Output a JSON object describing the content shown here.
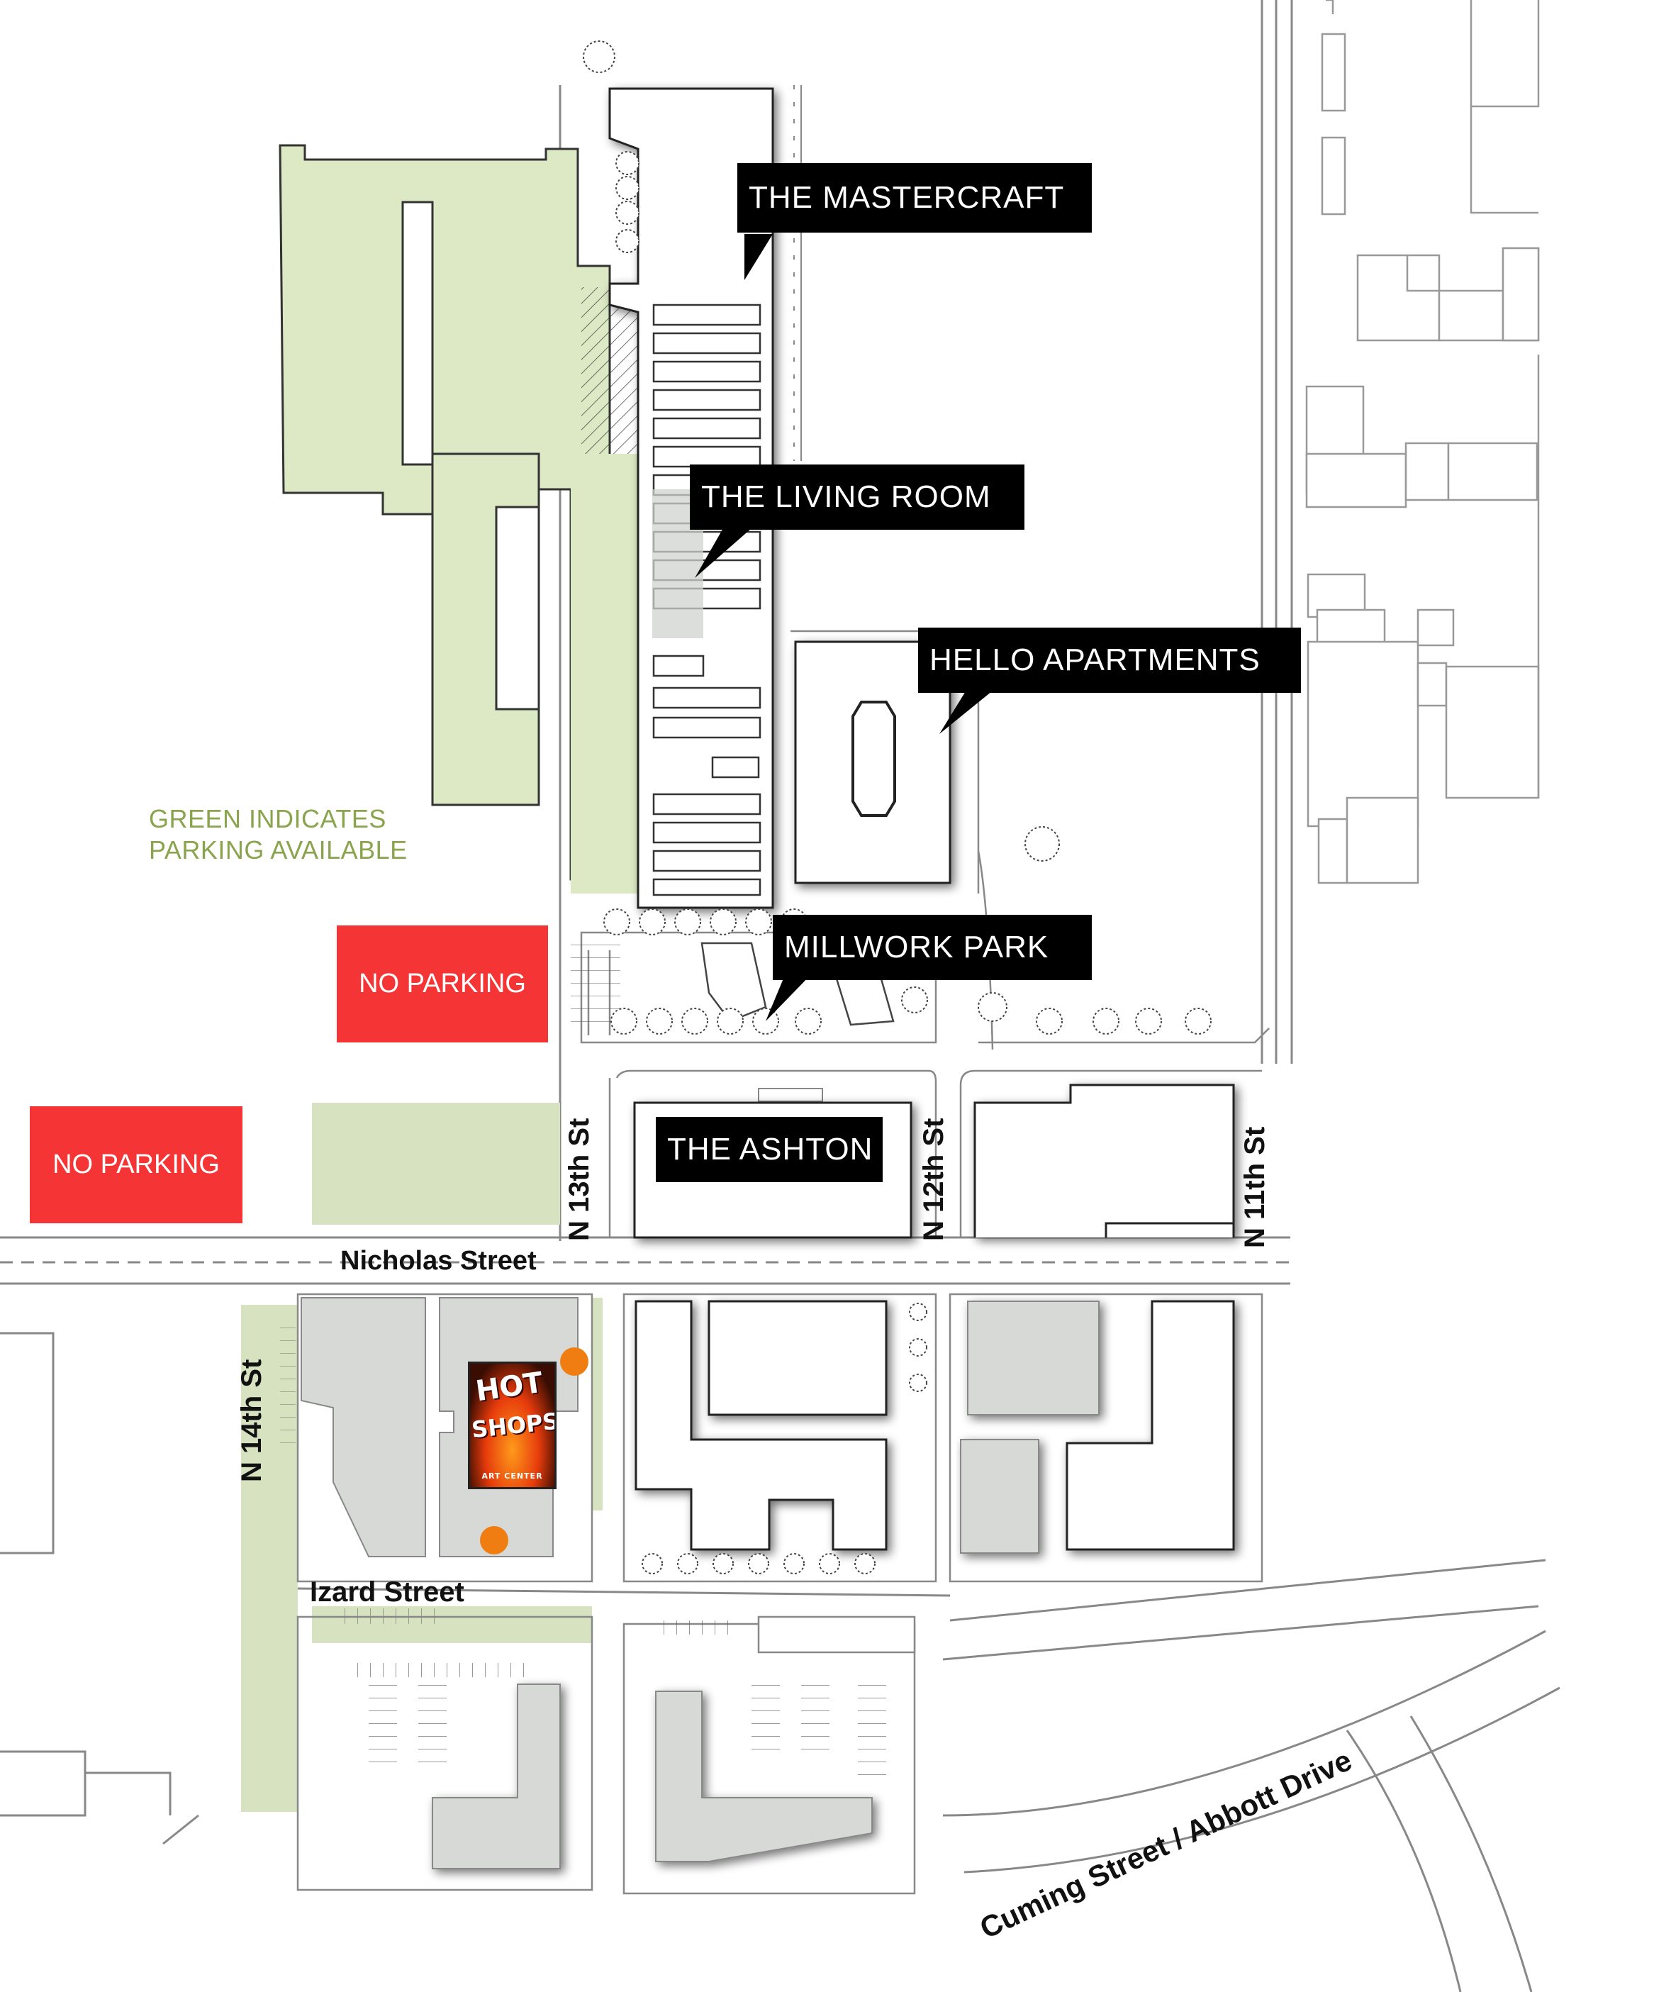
{
  "colors": {
    "parking_green": "#dde9c5",
    "parking_green_dark": "#c9d6ad",
    "no_parking_red": "#f53535",
    "building_gray": "#d6d9d6",
    "legend_text": "#8aa44e",
    "callout_bg": "#000000",
    "marker_orange": "#f07d12"
  },
  "callouts": {
    "mastercraft": "THE MASTERCRAFT",
    "living_room": "THE LIVING ROOM",
    "hello_apartments": "HELLO APARTMENTS",
    "millwork_park": "MILLWORK PARK",
    "the_ashton": "THE ASHTON"
  },
  "no_parking": {
    "zone_1": "NO PARKING",
    "zone_2": "NO PARKING"
  },
  "legend": {
    "line1": "GREEN INDICATES",
    "line2": "PARKING AVAILABLE"
  },
  "streets": {
    "n_13th": "N 13th St",
    "n_12th": "N 12th St",
    "n_11th": "N 11th St",
    "n_14th": "N 14th St",
    "nicholas": "Nicholas Street",
    "izard": "Izard Street",
    "cuming": "Cuming Street / Abbott Drive"
  },
  "logo": {
    "line1": "HOT",
    "line2": "SHOPS",
    "line3": "ART CENTER"
  },
  "icons": {
    "markers": "orange-dot-icon",
    "trees": "tree-icon",
    "pointer": "callout-pointer-icon"
  }
}
